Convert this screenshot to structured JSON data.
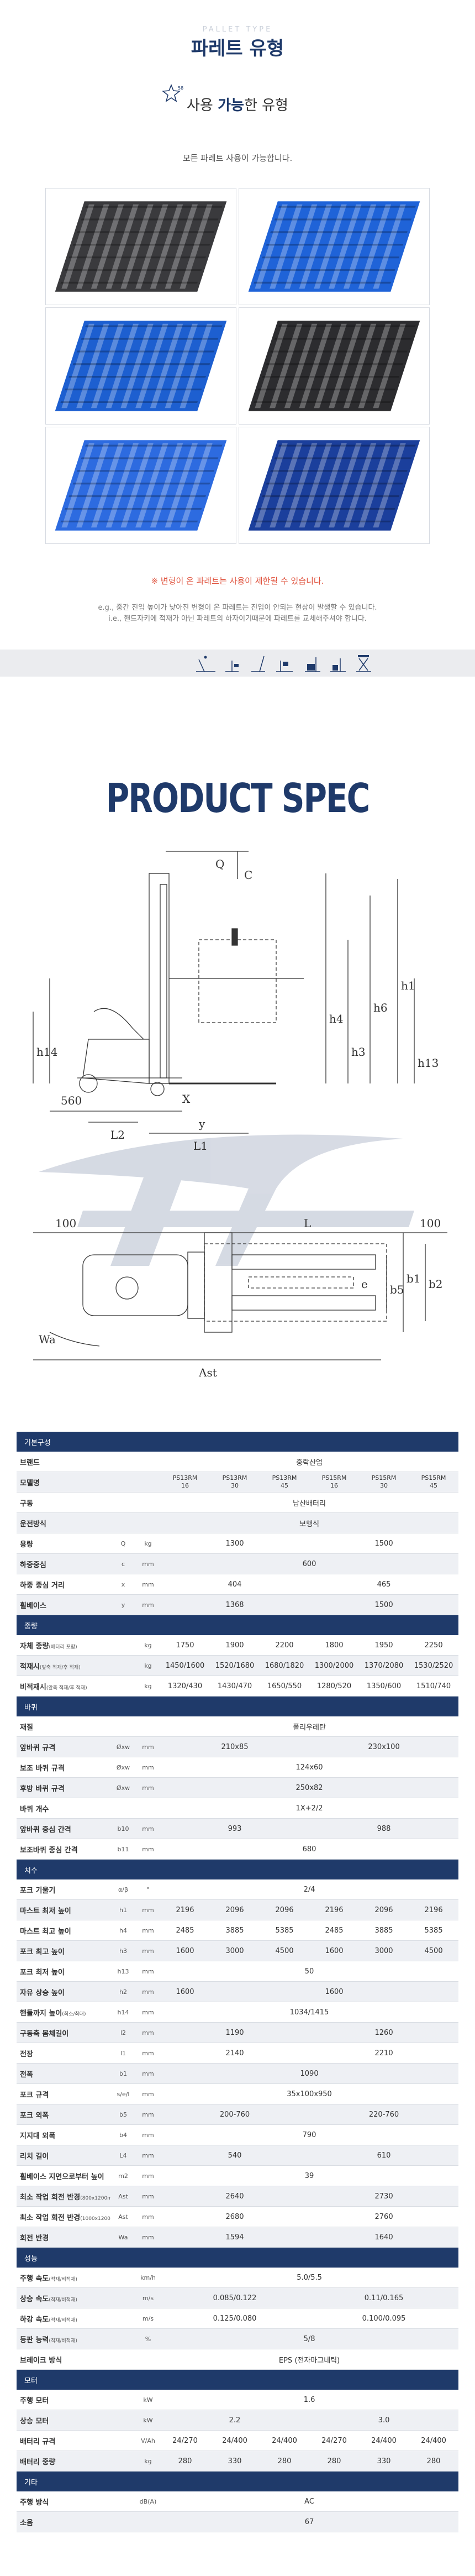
{
  "pallet_section": {
    "ghost_label": "PALLET TYPE",
    "title": "파레트 유형",
    "subtitle_pre": "사용 ",
    "subtitle_em": "가능",
    "subtitle_post": "한 유형",
    "description": "모든 파레트 사용이 가능합니다.",
    "warning": "※ 변형이 온 파레트는 사용이 제한될 수 있습니다.",
    "note_line1": "e.g., 중간 진입 높이가 낮아진 변형이 온 파레트는 진입이 안되는 현상이 발생할 수 있습니다.",
    "note_line2": "i.e., 핸드자키에 적재가 아닌 파레트의 하자이기때문에 파레트를 교체해주셔야 합니다.",
    "pallet_colors": [
      "#3a3a3d",
      "#1f63d8",
      "#1d5fd0",
      "#2c2c2f",
      "#2d6be0",
      "#1b3f9c"
    ]
  },
  "spec_section": {
    "title": "PRODUCT SPEC",
    "drawing_labels": {
      "q": "Q",
      "c": "C",
      "x": "X",
      "y": "y",
      "l1": "L1",
      "l2": "L2",
      "dim560": "560",
      "h3": "h3",
      "h4": "h4",
      "h6": "h6",
      "h13": "h13",
      "h14": "h14",
      "h1": "h1",
      "dim100a": "100",
      "dim100b": "100",
      "l": "L",
      "wa": "Wa",
      "ast": "Ast",
      "b1": "b1",
      "b2": "b2",
      "b5": "b5",
      "e": "e"
    }
  },
  "spec_table": [
    {
      "section": "기본구성"
    },
    {
      "label": "브랜드",
      "span": "중락산업"
    },
    {
      "label": "모델명",
      "vals": [
        "PS13RM\n16",
        "PS13RM\n30",
        "PS13RM\n45",
        "PS15RM\n16",
        "PS15RM\n30",
        "PS15RM\n45"
      ]
    },
    {
      "label": "구동",
      "span": "납산배터리"
    },
    {
      "label": "운전방식",
      "span": "보행식"
    },
    {
      "label": "용량",
      "sym": "Q",
      "unit": "kg",
      "g2": [
        "1300",
        "1500"
      ]
    },
    {
      "label": "하중중심",
      "sym": "c",
      "unit": "mm",
      "span": "600"
    },
    {
      "label": "하중 중심 거리",
      "sym": "x",
      "unit": "mm",
      "g2": [
        "404",
        "465"
      ]
    },
    {
      "label": "휠베이스",
      "sym": "y",
      "unit": "mm",
      "g2": [
        "1368",
        "1500"
      ]
    },
    {
      "section": "중량"
    },
    {
      "label": "자체 중량",
      "small": "(배터리 포함)",
      "unit": "kg",
      "vals": [
        "1750",
        "1900",
        "2200",
        "1800",
        "1950",
        "2250"
      ]
    },
    {
      "label": "적재시",
      "small": "(앞축 적재/후 적재)",
      "unit": "kg",
      "vals": [
        "1450/1600",
        "1520/1680",
        "1680/1820",
        "1300/2000",
        "1370/2080",
        "1530/2520"
      ]
    },
    {
      "label": "비적재시",
      "small": "(앞축 적재/후 적재)",
      "unit": "kg",
      "vals": [
        "1320/430",
        "1430/470",
        "1650/550",
        "1280/520",
        "1350/600",
        "1510/740"
      ]
    },
    {
      "section": "바퀴"
    },
    {
      "label": "재질",
      "span": "폴리우레탄"
    },
    {
      "label": "앞바퀴 규격",
      "sym": "Øxw",
      "unit": "mm",
      "g2": [
        "210x85",
        "230x100"
      ]
    },
    {
      "label": "보조 바퀴 규격",
      "sym": "Øxw",
      "unit": "mm",
      "span": "124x60"
    },
    {
      "label": "후방 바퀴 규격",
      "sym": "Øxw",
      "unit": "mm",
      "span": "250x82"
    },
    {
      "label": "바퀴 개수",
      "span": "1X+2/2"
    },
    {
      "label": "앞바퀴 중심 간격",
      "sym": "b10",
      "unit": "mm",
      "g2": [
        "993",
        "988"
      ]
    },
    {
      "label": "보조바퀴 중심 간격",
      "sym": "b11",
      "unit": "mm",
      "span": "680"
    },
    {
      "section": "치수"
    },
    {
      "label": "포크 기울기",
      "sym": "α/β",
      "unit": "°",
      "span": "2/4"
    },
    {
      "label": "마스트 최저 높이",
      "sym": "h1",
      "unit": "mm",
      "vals": [
        "2196",
        "2096",
        "2096",
        "2196",
        "2096",
        "2196"
      ]
    },
    {
      "label": "마스트 최고 높이",
      "sym": "h4",
      "unit": "mm",
      "vals": [
        "2485",
        "3885",
        "5385",
        "2485",
        "3885",
        "5385"
      ]
    },
    {
      "label": "포크 최고 높이",
      "sym": "h3",
      "unit": "mm",
      "vals": [
        "1600",
        "3000",
        "4500",
        "1600",
        "3000",
        "4500"
      ]
    },
    {
      "label": "포크 최저 높이",
      "sym": "h13",
      "unit": "mm",
      "span": "50"
    },
    {
      "label": "자유 상승 높이",
      "sym": "h2",
      "unit": "mm",
      "vals": [
        "1600",
        "",
        "",
        "1600",
        "",
        ""
      ]
    },
    {
      "label": "핸들까지 높이",
      "small": "(최소/최대)",
      "sym": "h14",
      "unit": "mm",
      "span": "1034/1415"
    },
    {
      "label": "구동축 몸체길이",
      "sym": "l2",
      "unit": "mm",
      "g2": [
        "1190",
        "1260"
      ]
    },
    {
      "label": "전장",
      "sym": "l1",
      "unit": "mm",
      "g2": [
        "2140",
        "2210"
      ]
    },
    {
      "label": "전폭",
      "sym": "b1",
      "unit": "mm",
      "span": "1090"
    },
    {
      "label": "포크 규격",
      "sym": "s/e/l",
      "unit": "mm",
      "span": "35x100x950"
    },
    {
      "label": "포크 외폭",
      "sym": "b5",
      "unit": "mm",
      "g2": [
        "200-760",
        "220-760"
      ]
    },
    {
      "label": "지지대 외폭",
      "sym": "b4",
      "unit": "mm",
      "span": "790"
    },
    {
      "label": "리치 길이",
      "sym": "L4",
      "unit": "mm",
      "g2": [
        "540",
        "610"
      ]
    },
    {
      "label": "휠베이스 지면으로부터 높이",
      "sym": "m2",
      "unit": "mm",
      "span": "39"
    },
    {
      "label": "최소 작업 회전 반경",
      "small": "(800x1200mm)",
      "sym": "Ast",
      "unit": "mm",
      "g2": [
        "2640",
        "2730"
      ]
    },
    {
      "label": "최소 작업 회전 반경",
      "small": "(1000x1200mm)",
      "sym": "Ast",
      "unit": "mm",
      "g2": [
        "2680",
        "2760"
      ]
    },
    {
      "label": "회전 반경",
      "sym": "Wa",
      "unit": "mm",
      "g2": [
        "1594",
        "1640"
      ]
    },
    {
      "section": "성능"
    },
    {
      "label": "주행 속도",
      "small": "(적재/비적재)",
      "unit": "km/h",
      "span": "5.0/5.5"
    },
    {
      "label": "상승 속도",
      "small": "(적재/비적재)",
      "unit": "m/s",
      "g2": [
        "0.085/0.122",
        "0.11/0.165"
      ]
    },
    {
      "label": "하강 속도",
      "small": "(적재/비적재)",
      "unit": "m/s",
      "g2": [
        "0.125/0.080",
        "0.100/0.095"
      ]
    },
    {
      "label": "등판 능력",
      "small": "(적재/비적재)",
      "unit": "%",
      "span": "5/8"
    },
    {
      "label": "브레이크 방식",
      "span": "EPS (전자마그네틱)"
    },
    {
      "section": "모터"
    },
    {
      "label": "주행 모터",
      "unit": "kW",
      "span": "1.6"
    },
    {
      "label": "상승 모터",
      "unit": "kW",
      "g2": [
        "2.2",
        "3.0"
      ]
    },
    {
      "label": "배터리 규격",
      "unit": "V/Ah",
      "vals": [
        "24/270",
        "24/400",
        "24/400",
        "24/270",
        "24/400",
        "24/400"
      ]
    },
    {
      "label": "배터리 중량",
      "unit": "kg",
      "vals": [
        "280",
        "330",
        "280",
        "280",
        "330",
        "280"
      ]
    },
    {
      "section": "기타"
    },
    {
      "label": "주행 방식",
      "unit": "dB(A)",
      "span": "AC"
    },
    {
      "label": "소음",
      "span": "67"
    }
  ]
}
